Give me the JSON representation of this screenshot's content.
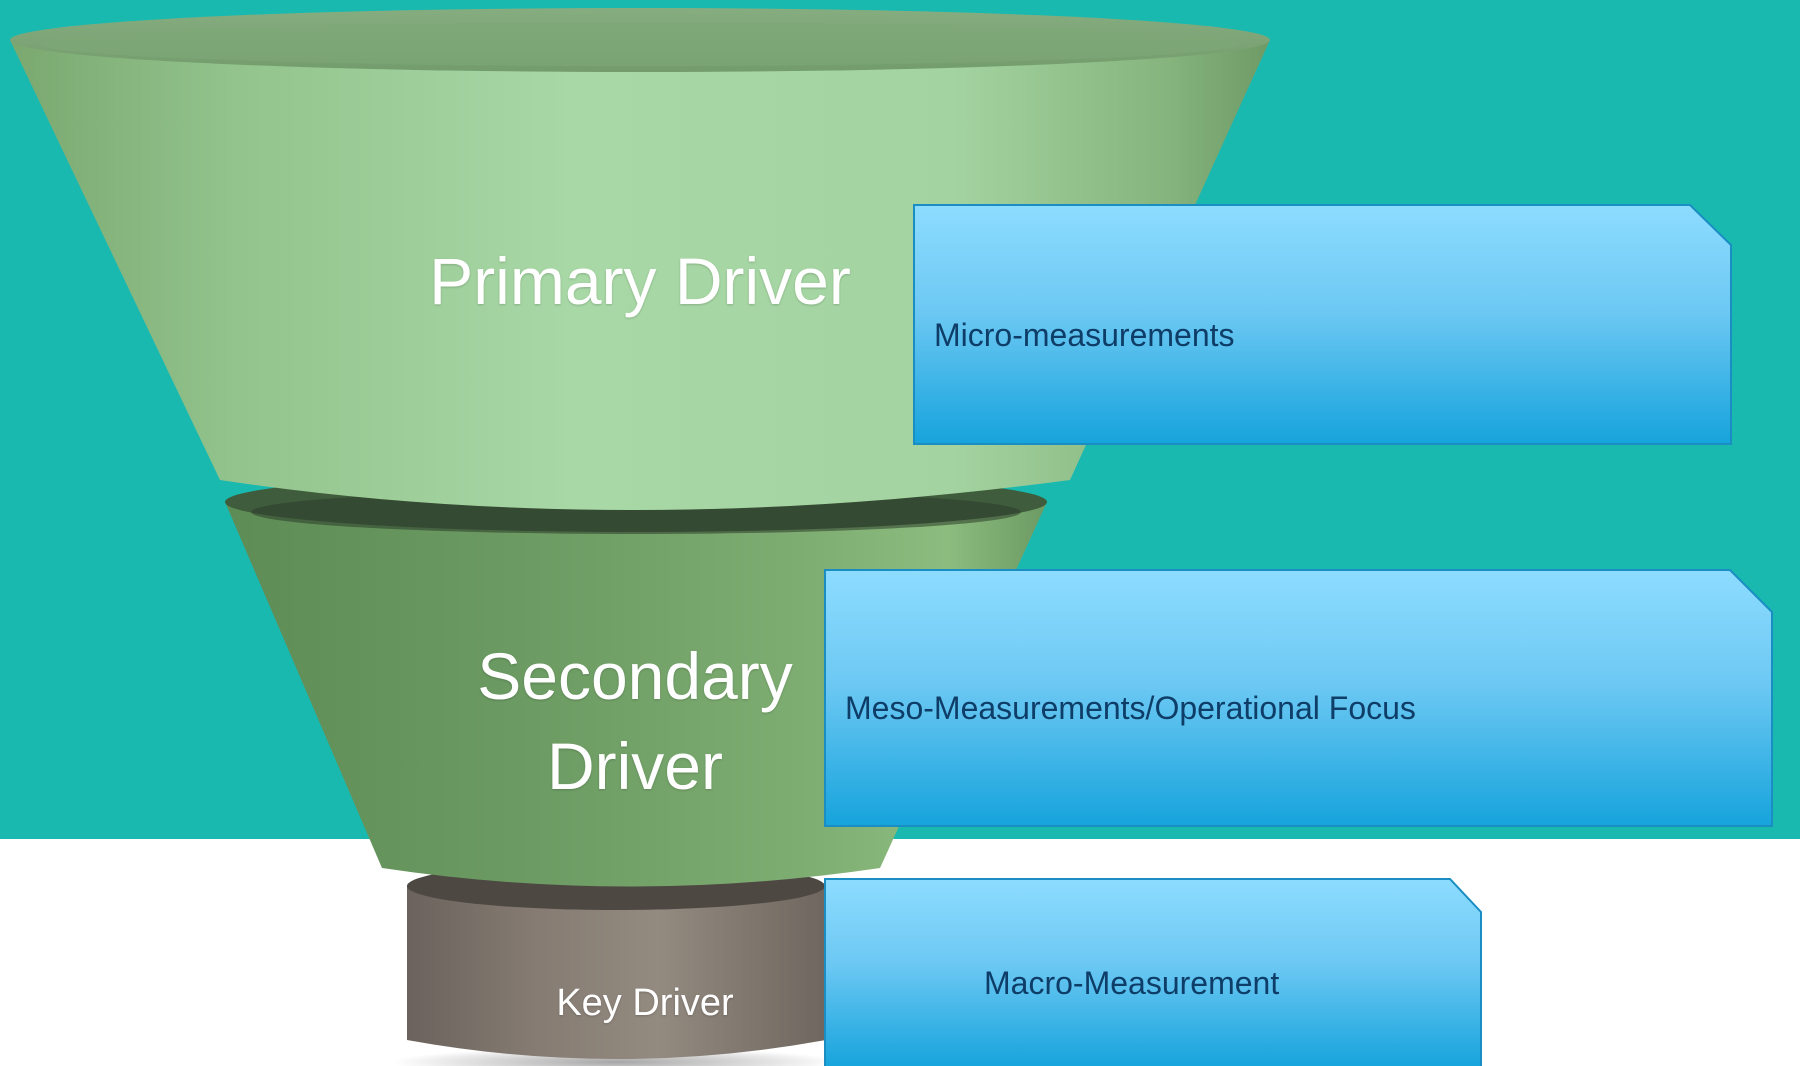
{
  "colors": {
    "background_teal": "#19b9b0",
    "background_white": "#ffffff",
    "funnel_primary_green": "#a3d4a2",
    "funnel_secondary_green": "#6f9e66",
    "key_driver_gray": "#8a8178",
    "box_blue_top": "#8ddcff",
    "box_blue_bottom": "#16a3dc",
    "box_text": "#0e3d68",
    "driver_text": "#ffffff"
  },
  "funnel": {
    "primary_label": "Primary Driver",
    "secondary_label_line1": "Secondary",
    "secondary_label_line2": "Driver",
    "key_label": "Key Driver"
  },
  "boxes": {
    "micro_label": "Micro-measurements",
    "meso_label": "Meso-Measurements/Operational Focus",
    "macro_label": "Macro-Measurement"
  }
}
